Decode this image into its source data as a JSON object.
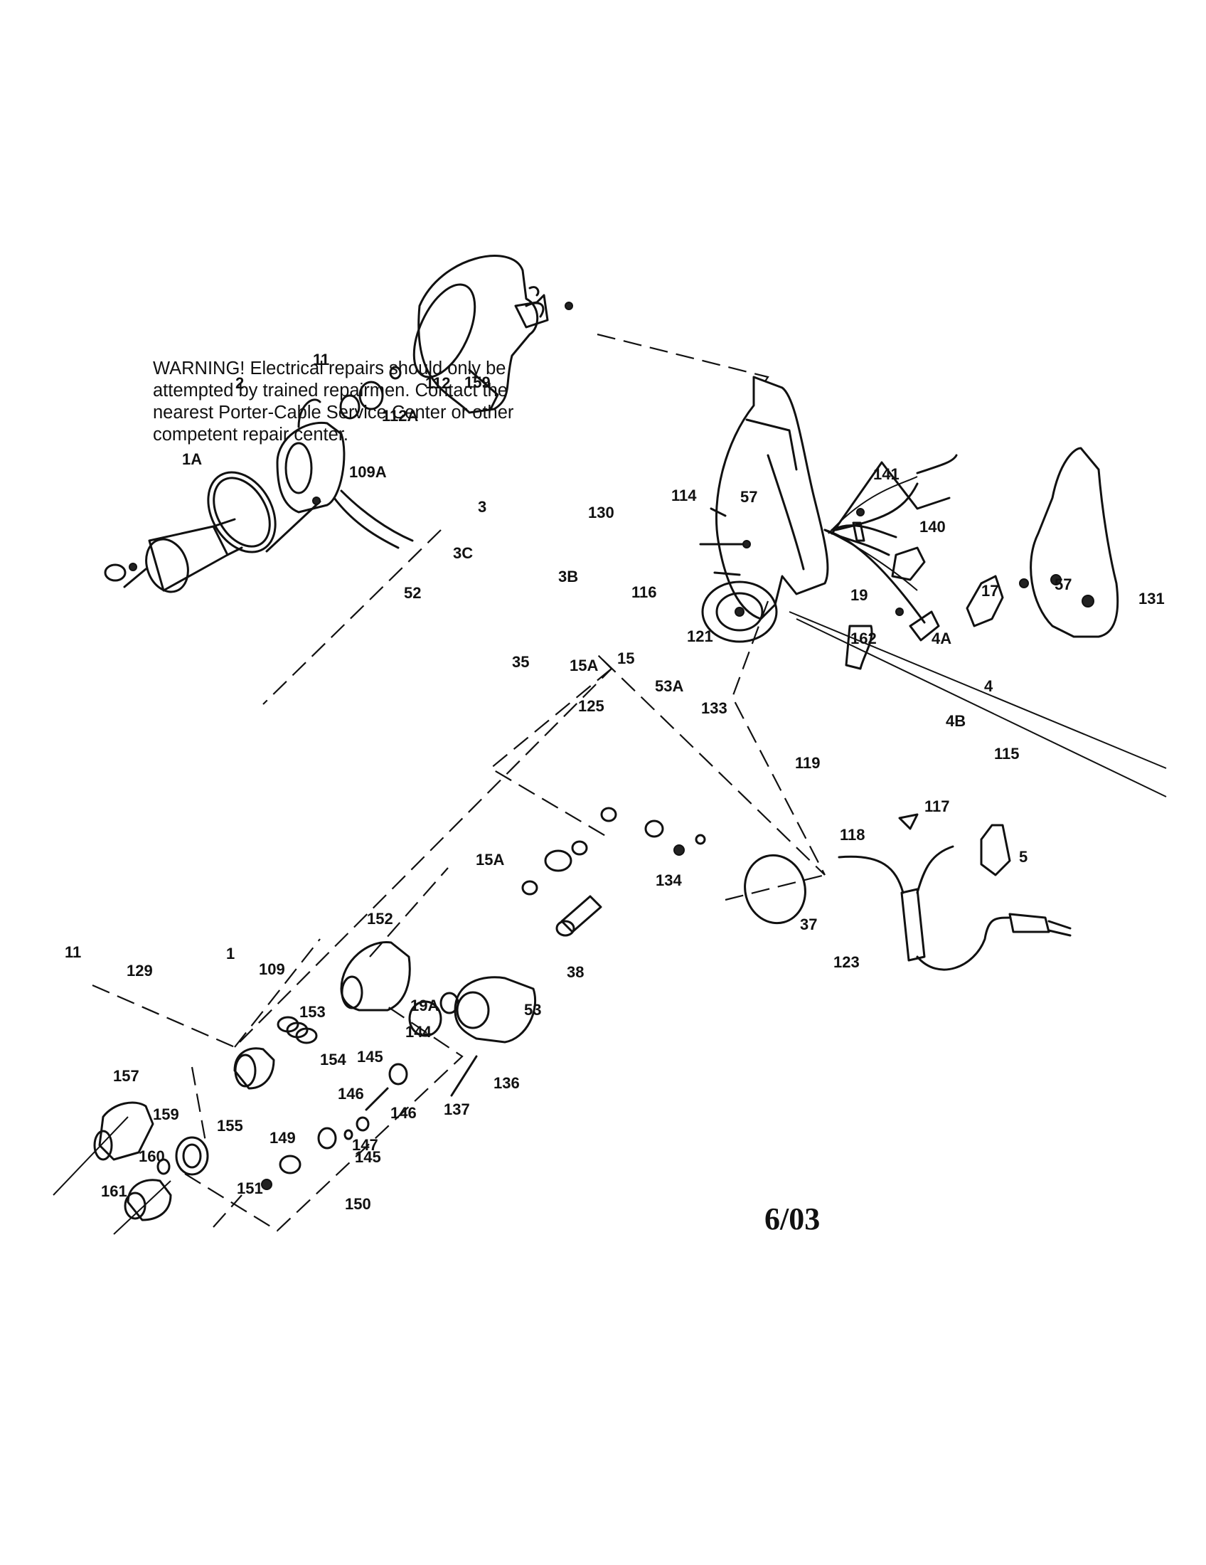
{
  "warning": {
    "lines": [
      "WARNING! Electrical repairs should only be",
      "attempted by trained repairmen. Contact the",
      "nearest Porter-Cable Service Center or other",
      "competent repair center."
    ]
  },
  "date_code": "6/03",
  "callouts": [
    "3",
    "130",
    "3C",
    "3B",
    "114",
    "57",
    "141",
    "140",
    "116",
    "52",
    "19",
    "17",
    "57",
    "4A",
    "162",
    "121",
    "131",
    "4",
    "11",
    "112",
    "53A",
    "115",
    "112A",
    "2",
    "159",
    "119",
    "4B",
    "117",
    "15A",
    "118",
    "1A",
    "35",
    "15",
    "109A",
    "125",
    "133",
    "15A",
    "134",
    "5",
    "152",
    "1",
    "109",
    "11",
    "129",
    "38",
    "37",
    "123",
    "153",
    "19A",
    "53",
    "154",
    "144",
    "145",
    "157",
    "136",
    "155",
    "146",
    "159",
    "146",
    "137",
    "147",
    "160",
    "149",
    "145",
    "161",
    "151",
    "150"
  ]
}
